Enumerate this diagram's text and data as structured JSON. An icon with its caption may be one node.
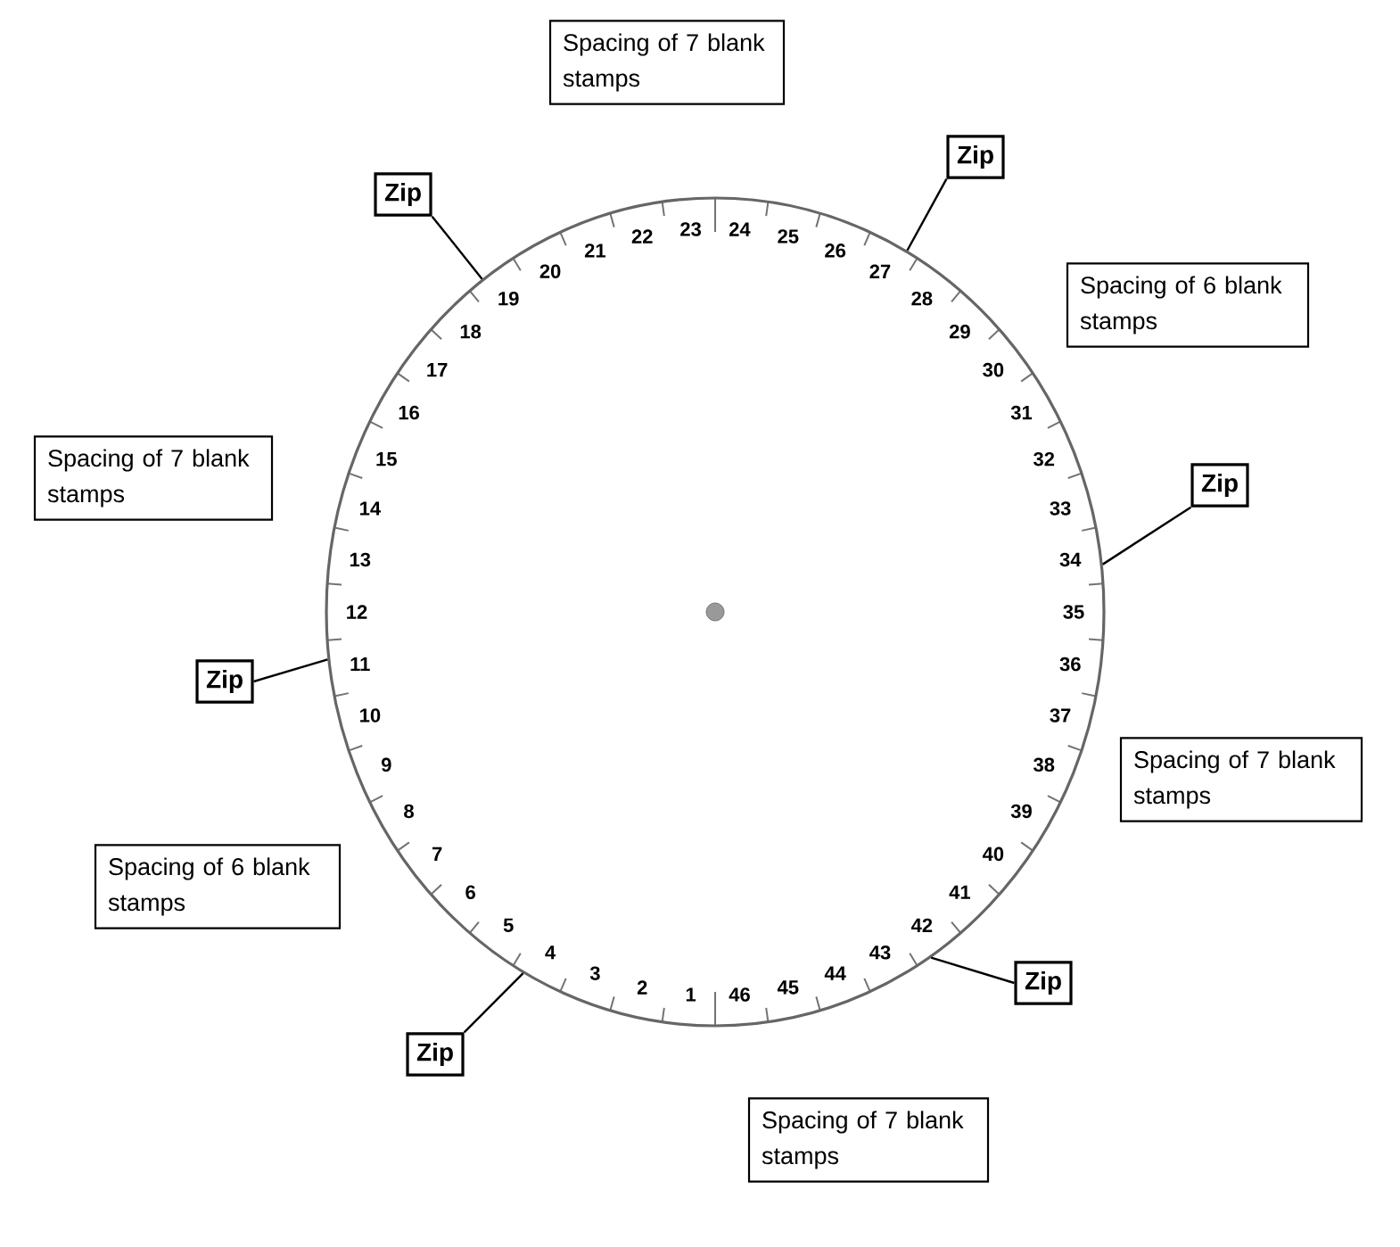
{
  "diagram": {
    "nodes": [
      {
        "text": [
          "Spacing of 7 blank stamps"
        ]
      },
      {
        "text": [
          "Zip"
        ]
      },
      {
        "text": [
          "Zip"
        ]
      },
      {
        "text": [
          "Spacing of 6 blank stamps"
        ]
      },
      {
        "text": [
          "Spacing of 7 blank stamps"
        ]
      },
      {
        "text": [
          "Zip"
        ]
      },
      {
        "text": [
          "Zip"
        ]
      },
      {
        "text": [
          "Spacing of 7 blank stamps"
        ]
      },
      {
        "text": [
          "Spacing of 6 blank stamps"
        ]
      },
      {
        "text": [
          "Zip"
        ]
      },
      {
        "text": [
          "Zip"
        ]
      },
      {
        "text": [
          "Spacing of 7 blank stamps"
        ]
      },
      {
        "text": [],
        "shape": "circle"
      }
    ],
    "edges": [
      {
        "from": 1,
        "to": 12,
        "arrow": "none"
      },
      {
        "from": 2,
        "to": 12,
        "arrow": "none"
      },
      {
        "from": 5,
        "to": 12,
        "arrow": "none"
      },
      {
        "from": 6,
        "to": 12,
        "arrow": "none"
      },
      {
        "from": 9,
        "to": 12,
        "arrow": "none"
      },
      {
        "from": 10,
        "to": 12,
        "arrow": "none"
      }
    ],
    "labels": [
      "1",
      "2",
      "3",
      "4",
      "5",
      "6",
      "7",
      "8",
      "9",
      "10",
      "11",
      "12",
      "13",
      "14",
      "15",
      "16",
      "17",
      "18",
      "19",
      "20",
      "21",
      "22",
      "23",
      "24",
      "25",
      "26",
      "27",
      "28",
      "29",
      "30",
      "31",
      "32",
      "33",
      "34",
      "35",
      "36",
      "37",
      "38",
      "39",
      "40",
      "41",
      "42",
      "43",
      "44",
      "45",
      "46"
    ]
  }
}
